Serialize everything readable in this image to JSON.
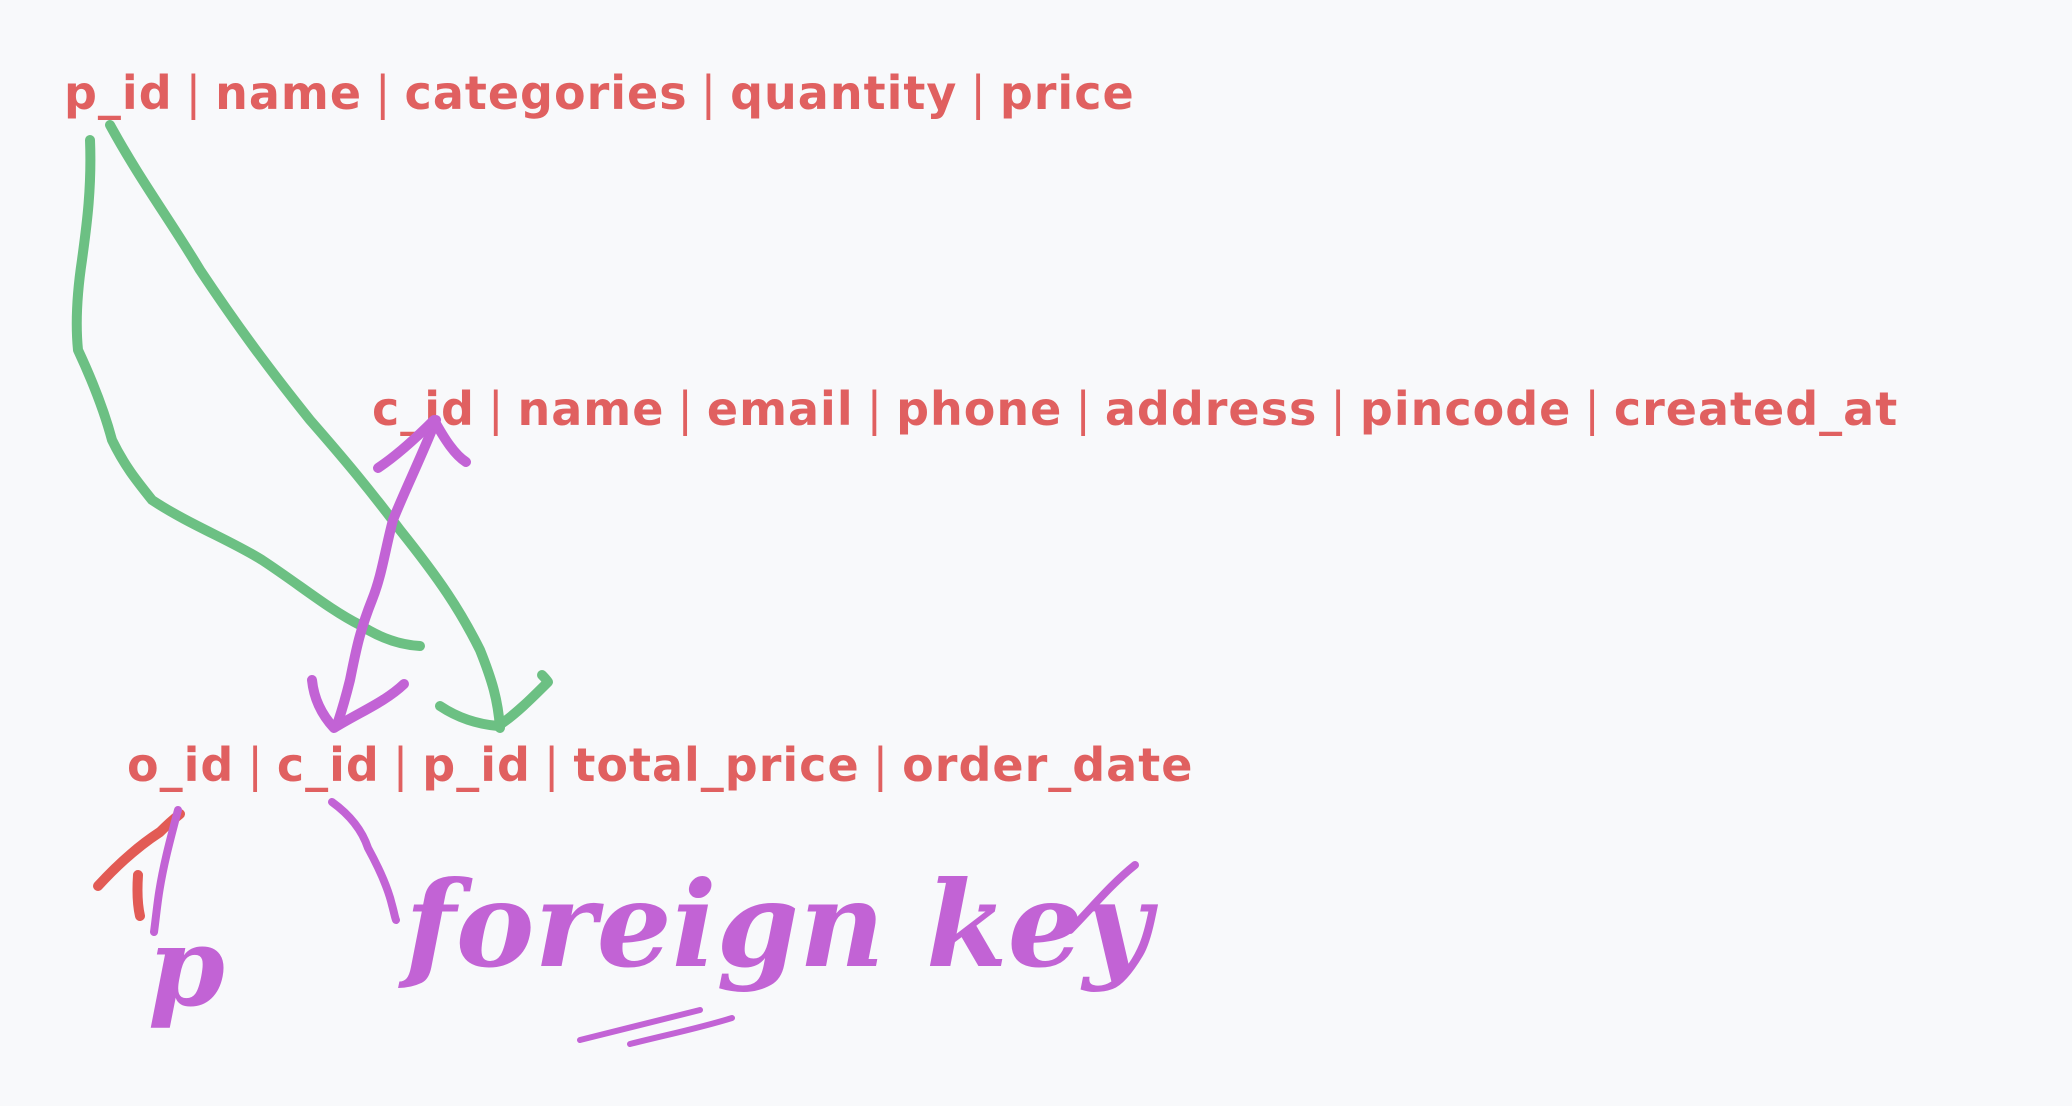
{
  "colors": {
    "background": "#f8f9fb",
    "field_text": "#e06060",
    "arrow_green": "#6cc083",
    "arrow_purple": "#c263d5",
    "mark_red": "#e25b55"
  },
  "tables": {
    "products": {
      "fields": [
        "p_id",
        "name",
        "categories",
        "quantity",
        "price"
      ]
    },
    "customers": {
      "fields": [
        "c_id",
        "name",
        "email",
        "phone",
        "address",
        "pincode",
        "created_at"
      ]
    },
    "orders": {
      "fields": [
        "o_id",
        "c_id",
        "p_id",
        "total_price",
        "order_date"
      ]
    }
  },
  "separator": "|",
  "annotations": {
    "primary_key_label": "p",
    "foreign_key_label": "foreign key"
  }
}
